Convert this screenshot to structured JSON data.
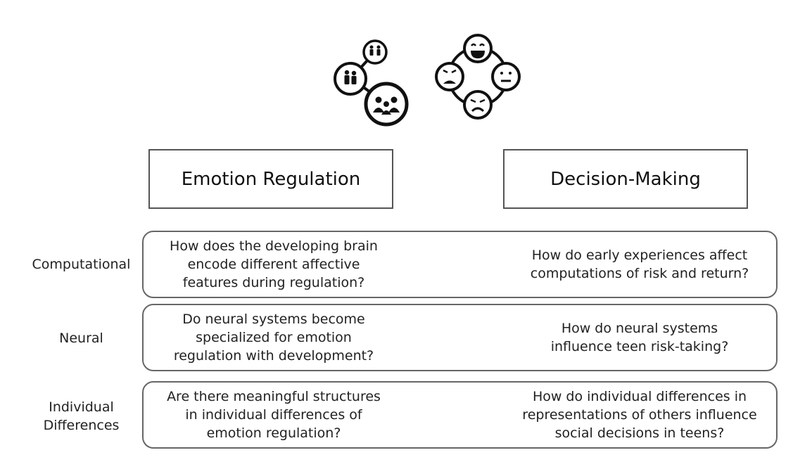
{
  "headers": {
    "left": "Emotion Regulation",
    "right": "Decision-Making"
  },
  "rows": [
    {
      "label": "Computational",
      "left": "How does the developing brain\nencode different affective\nfeatures during regulation?",
      "right": "How do early experiences affect\ncomputations of risk and return?"
    },
    {
      "label": "Neural",
      "left": "Do neural systems become\nspecialized for emotion\nregulation with development?",
      "right": "How do neural systems\ninfluence teen risk-taking?"
    },
    {
      "label": "Individual\nDifferences",
      "left": "Are there meaningful structures\nin individual differences of\nemotion regulation?",
      "right": "How do individual differences in\nrepresentations of others influence\nsocial decisions in teens?"
    }
  ],
  "icons": [
    "social-network-icon",
    "emotion-faces-cycle-icon"
  ]
}
